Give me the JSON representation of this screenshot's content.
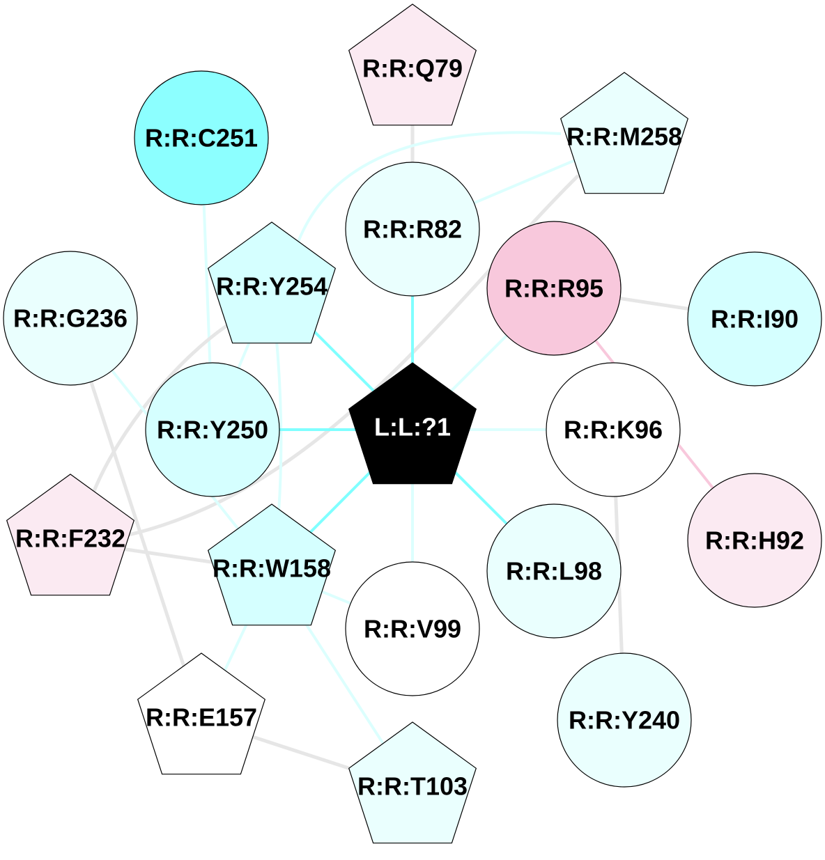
{
  "colors": {
    "edge_strong_cyan": "#80ffff",
    "edge_light_cyan": "#dcfffe",
    "edge_gray": "#e6e6e6",
    "edge_pink": "#f8c8dc",
    "node_stroke": "#000000"
  },
  "nodes": [
    {
      "id": "Q79",
      "label": "R:R:Q79",
      "shape": "pentagon",
      "fill": "#fbeaf2"
    },
    {
      "id": "C251",
      "label": "R:R:C251",
      "shape": "circle",
      "fill": "#8cffff"
    },
    {
      "id": "M258",
      "label": "R:R:M258",
      "shape": "pentagon",
      "fill": "#eafffe"
    },
    {
      "id": "R82",
      "label": "R:R:R82",
      "shape": "circle",
      "fill": "#eafffe"
    },
    {
      "id": "Y254",
      "label": "R:R:Y254",
      "shape": "pentagon",
      "fill": "#d5ffff"
    },
    {
      "id": "R95",
      "label": "R:R:R95",
      "shape": "circle",
      "fill": "#f8c8dc"
    },
    {
      "id": "I90",
      "label": "R:R:I90",
      "shape": "circle",
      "fill": "#d5ffff"
    },
    {
      "id": "G236",
      "label": "R:R:G236",
      "shape": "circle",
      "fill": "#eafffe"
    },
    {
      "id": "Y250",
      "label": "R:R:Y250",
      "shape": "circle",
      "fill": "#d5ffff"
    },
    {
      "id": "L1",
      "label": "L:L:?1",
      "shape": "pentagon",
      "fill": "#000000",
      "text_color": "#ffffff"
    },
    {
      "id": "K96",
      "label": "R:R:K96",
      "shape": "circle",
      "fill": "#ffffff"
    },
    {
      "id": "F232",
      "label": "R:R:F232",
      "shape": "pentagon",
      "fill": "#fbeaf2"
    },
    {
      "id": "H92",
      "label": "R:R:H92",
      "shape": "circle",
      "fill": "#fbeaf2"
    },
    {
      "id": "W158",
      "label": "R:R:W158",
      "shape": "pentagon",
      "fill": "#d5ffff"
    },
    {
      "id": "L98",
      "label": "R:R:L98",
      "shape": "circle",
      "fill": "#eafffe"
    },
    {
      "id": "V99",
      "label": "R:R:V99",
      "shape": "circle",
      "fill": "#ffffff"
    },
    {
      "id": "Y240",
      "label": "R:R:Y240",
      "shape": "circle",
      "fill": "#eafffe"
    },
    {
      "id": "E157",
      "label": "R:R:E157",
      "shape": "pentagon",
      "fill": "#ffffff"
    },
    {
      "id": "T103",
      "label": "R:R:T103",
      "shape": "pentagon",
      "fill": "#eafffe"
    }
  ],
  "edges": [
    {
      "source": "Q79",
      "target": "R82",
      "color": "edge_gray"
    },
    {
      "source": "C251",
      "target": "Y250",
      "color": "edge_light_cyan"
    },
    {
      "source": "M258",
      "target": "R82",
      "color": "edge_light_cyan"
    },
    {
      "source": "M258",
      "target": "Y254",
      "color": "edge_light_cyan"
    },
    {
      "source": "M258",
      "target": "F232",
      "color": "edge_gray"
    },
    {
      "source": "R82",
      "target": "L1",
      "color": "edge_strong_cyan"
    },
    {
      "source": "Y254",
      "target": "L1",
      "color": "edge_strong_cyan"
    },
    {
      "source": "Y254",
      "target": "Y250",
      "color": "edge_light_cyan"
    },
    {
      "source": "Y254",
      "target": "W158",
      "color": "edge_light_cyan"
    },
    {
      "source": "Y254",
      "target": "F232",
      "color": "edge_gray"
    },
    {
      "source": "R95",
      "target": "L1",
      "color": "edge_light_cyan"
    },
    {
      "source": "R95",
      "target": "I90",
      "color": "edge_gray"
    },
    {
      "source": "R95",
      "target": "H92",
      "color": "edge_pink"
    },
    {
      "source": "G236",
      "target": "W158",
      "color": "edge_light_cyan"
    },
    {
      "source": "G236",
      "target": "E157",
      "color": "edge_gray"
    },
    {
      "source": "Y250",
      "target": "L1",
      "color": "edge_strong_cyan"
    },
    {
      "source": "L1",
      "target": "K96",
      "color": "edge_light_cyan"
    },
    {
      "source": "L1",
      "target": "W158",
      "color": "edge_strong_cyan"
    },
    {
      "source": "L1",
      "target": "L98",
      "color": "edge_strong_cyan"
    },
    {
      "source": "L1",
      "target": "V99",
      "color": "edge_light_cyan"
    },
    {
      "source": "K96",
      "target": "Y240",
      "color": "edge_gray"
    },
    {
      "source": "F232",
      "target": "W158",
      "color": "edge_gray"
    },
    {
      "source": "W158",
      "target": "V99",
      "color": "edge_light_cyan"
    },
    {
      "source": "W158",
      "target": "E157",
      "color": "edge_light_cyan"
    },
    {
      "source": "W158",
      "target": "T103",
      "color": "edge_light_cyan"
    },
    {
      "source": "E157",
      "target": "T103",
      "color": "edge_gray"
    }
  ]
}
